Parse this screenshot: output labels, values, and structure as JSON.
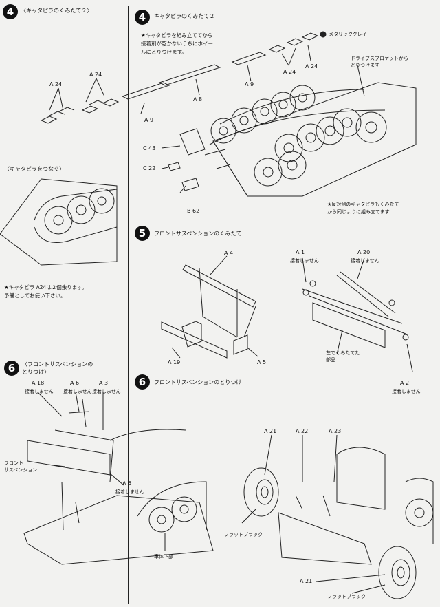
{
  "steps": {
    "s4left": {
      "num": "4",
      "title": "〈キャタピラのくみたて２〉"
    },
    "s4right": {
      "num": "4",
      "title": "キャタピラのくみたて２",
      "instruction": [
        "★キャタピラを組み立ててから",
        "接着剤が乾かないうちにホイー",
        "ルにとりつけます。"
      ]
    },
    "join": {
      "title": "〈キャタピラをつなぐ〉",
      "note": [
        "★キャタピラ A24は２個余ります。",
        "予備としてお使い下さい。"
      ]
    },
    "s5": {
      "num": "5",
      "title": "フロントサスペンションのくみたて"
    },
    "s6left": {
      "num": "6",
      "title": [
        "〈フロントサスペンションの",
        "とりつけ〉"
      ]
    },
    "s6right": {
      "num": "6",
      "title": "フロントサスペンションのとりつけ"
    }
  },
  "labels": {
    "a24_1": "A 24",
    "a24_2": "A 24",
    "a9_1": "A 9",
    "a8": "A 8",
    "a9_2": "A 9",
    "a24_3": "A 24",
    "a24_4": "A 24",
    "metallic_grey": "メタリックグレイ",
    "sprocket": [
      "ドライブスプロケットから",
      "とりつけます"
    ],
    "c43": "C 43",
    "c22": "C 22",
    "b62": "B 62",
    "opposite": [
      "★反対側のキャタピラもくみたて",
      "から同じように組み立てます"
    ],
    "a4": "A 4",
    "a19": "A 19",
    "a5": "A 5",
    "a1": "A 1",
    "a1_note": "接着しません",
    "a20": "A 20",
    "a20_note": "接着しません",
    "left_parts": [
      "左でくみたてた",
      "部品"
    ],
    "a2": "A 2",
    "a2_note": "接着しません",
    "a18": "A 18",
    "a18_note": "接着しません",
    "a6_1": "A 6",
    "a6_1_note": "接着しません",
    "a3": "A 3",
    "a3_note": "接着しません",
    "front_susp": [
      "フロント",
      "サスペンション"
    ],
    "a6_2": "A 6",
    "a6_2_note": "接着しません",
    "lower_hull": "車体下部",
    "a21_1": "A 21",
    "a22": "A 22",
    "a23": "A 23",
    "flat_black_1": "フラットブラック",
    "a21_2": "A 21",
    "flat_black_2": "フラットブラック"
  }
}
